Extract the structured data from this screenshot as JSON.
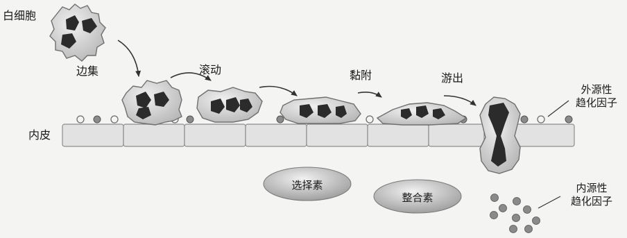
{
  "labels": {
    "leukocyte": "白细胞",
    "margination": "边集",
    "rolling": "滚动",
    "adhesion": "黏附",
    "transmigration": "游出",
    "endothelium": "内皮",
    "exogenous_line1": "外源性",
    "exogenous_line2": "趋化因子",
    "endogenous_line1": "内源性",
    "endogenous_line2": "趋化因子",
    "selectin": "选择素",
    "integrin": "整合素"
  },
  "colors": {
    "background": "#f4f4f2",
    "cell_fill": "#d9d9d9",
    "cell_stroke": "#6f6f6f",
    "nucleus": "#2b2b2b",
    "endothelial_fill": "#e0e0e0",
    "receptor_dark": "#8a8a8a",
    "receptor_light": "#f4f4f2",
    "oval_fill": "#c2c2c2",
    "arrow": "#333333"
  }
}
